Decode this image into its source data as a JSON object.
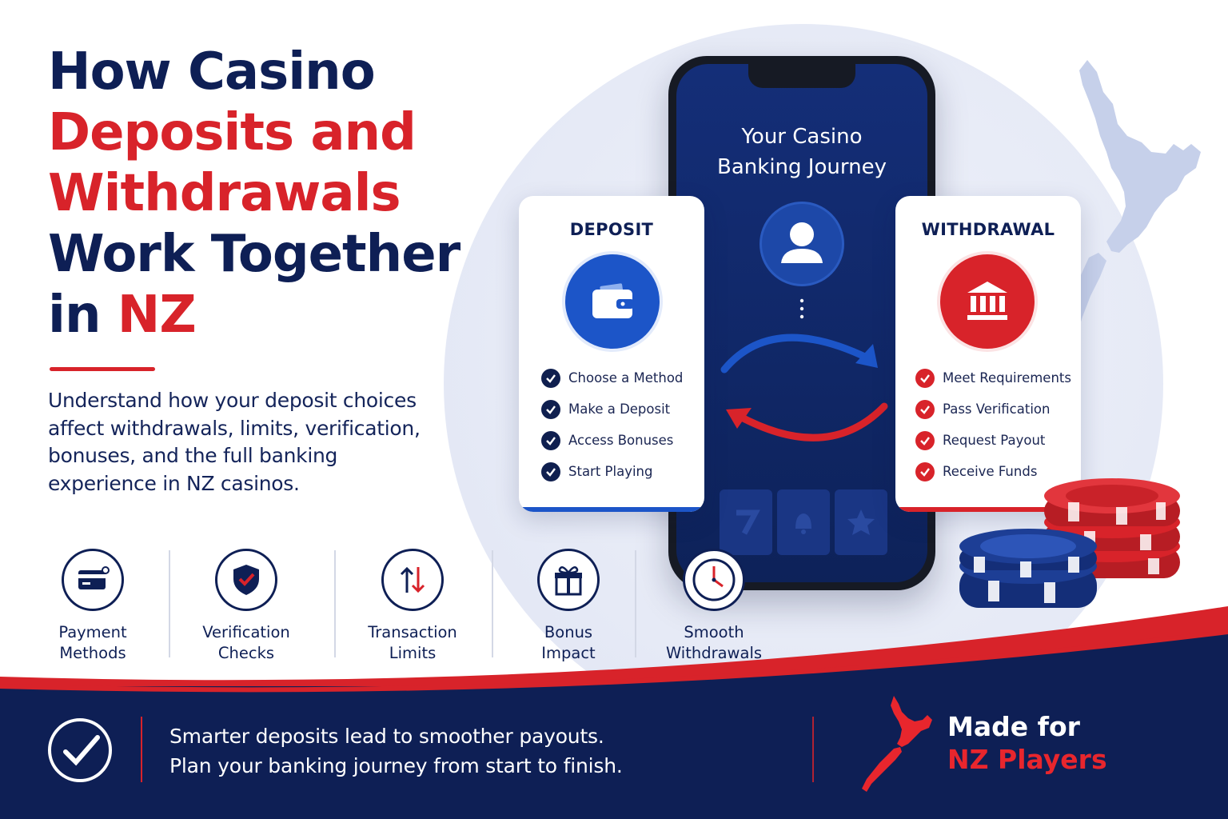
{
  "headline": {
    "line1": "How Casino",
    "line2": "Deposits and",
    "line3": "Withdrawals",
    "line4": "Work Together",
    "line5_prefix": "in ",
    "line5_highlight": "NZ"
  },
  "intro": "Understand how your deposit choices affect withdrawals, limits, verification, bonuses, and the full banking experience in NZ casinos.",
  "phone": {
    "title_line1": "Your Casino",
    "title_line2": "Banking Journey"
  },
  "deposit_card": {
    "title": "DEPOSIT",
    "icon": "wallet-icon",
    "steps": [
      "Choose a Method",
      "Make a Deposit",
      "Access Bonuses",
      "Start Playing"
    ]
  },
  "withdrawal_card": {
    "title": "WITHDRAWAL",
    "icon": "bank-icon",
    "steps": [
      "Meet Requirements",
      "Pass Verification",
      "Request Payout",
      "Receive Funds"
    ]
  },
  "features": [
    {
      "icon": "credit-card-icon",
      "label": "Payment\nMethods"
    },
    {
      "icon": "shield-check-icon",
      "label": "Verification\nChecks"
    },
    {
      "icon": "up-down-arrows-icon",
      "label": "Transaction\nLimits"
    },
    {
      "icon": "gift-icon",
      "label": "Bonus\nImpact"
    },
    {
      "icon": "clock-icon",
      "label": "Smooth\nWithdrawals"
    }
  ],
  "banner": {
    "line1": "Smarter deposits lead to smoother payouts.",
    "line2": "Plan your banking journey from start to finish.",
    "made_for": "Made for",
    "nz_players": "NZ Players"
  },
  "colors": {
    "navy": "#0e1f55",
    "red": "#d8232a",
    "blue": "#1c55c8"
  }
}
